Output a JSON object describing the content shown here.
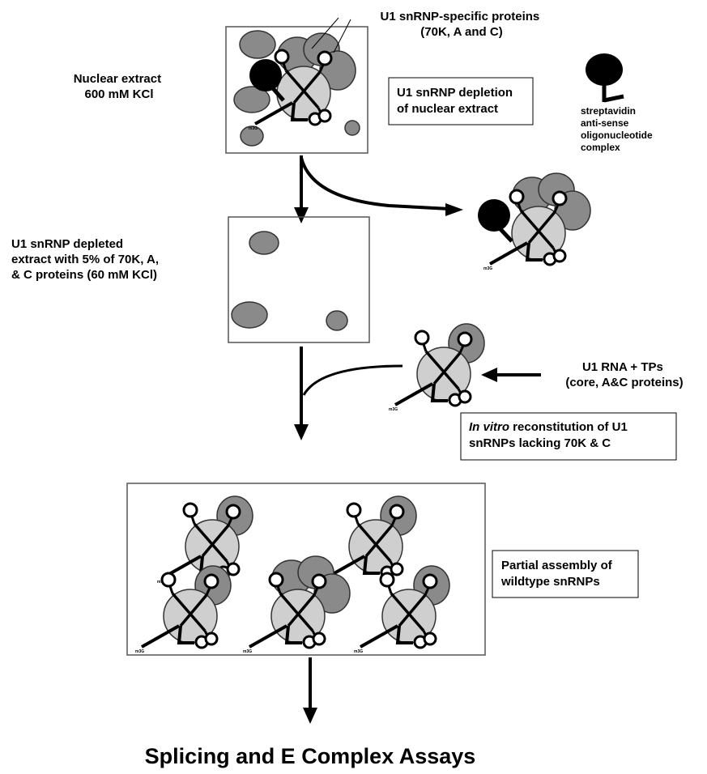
{
  "stage1": {
    "label_lines": [
      "Nuclear extract",
      "600 mM KCl"
    ],
    "protein_callout_lines": [
      "U1 snRNP-specific proteins",
      "(70K, A and C)"
    ],
    "step_box_lines": [
      "U1 snRNP depletion",
      "of nuclear extract"
    ]
  },
  "legend": {
    "lines": [
      "streptavidin",
      "anti-sense",
      "oligonucleotide",
      "complex"
    ]
  },
  "stage2": {
    "label_lines": [
      "U1 snRNP depleted",
      "extract with 5% of 70K, A,",
      "& C proteins (60 mM KCl)"
    ]
  },
  "reconstitution": {
    "input_lines": [
      "U1 RNA + TPs",
      "(core, A&C proteins)"
    ],
    "caption_line1_italic": "In vitro",
    "caption_line1_rest": " reconstitution of U1",
    "caption_line2": "snRNPs lacking 70K & C"
  },
  "stage3": {
    "step_box_lines": [
      "Partial assembly of",
      "wildtype snRNPs"
    ]
  },
  "cap_label": "m3G",
  "final_title": "Splicing and E Complex Assays",
  "colors": {
    "core_fill": "#cfcfcf",
    "protein_fill": "#8a8a8a",
    "small_protein_fill": "#8f8f8f",
    "streptavidin_fill": "#000000",
    "line": "#000000"
  }
}
